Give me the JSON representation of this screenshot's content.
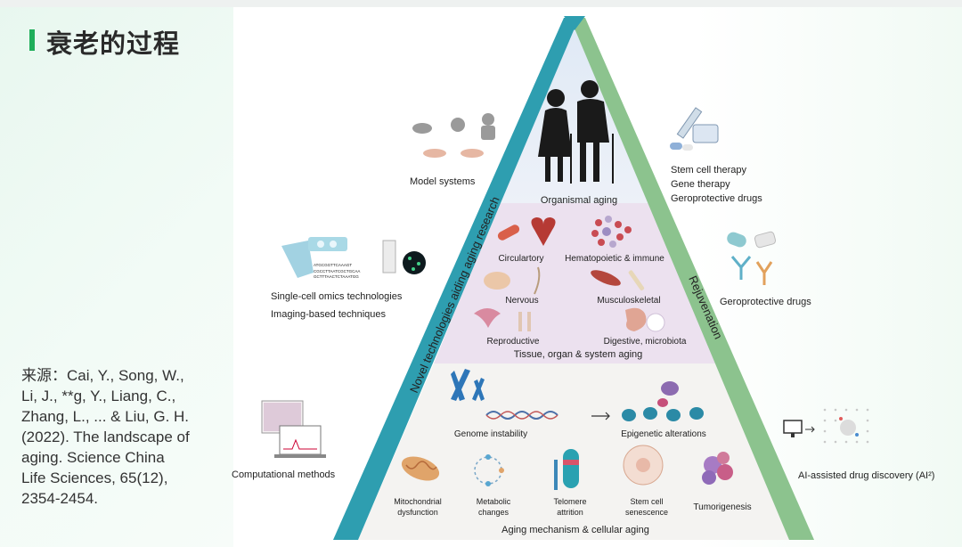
{
  "title": "衰老的过程",
  "source": "来源：Cai, Y., Song, W.,\nLi, J., **g, Y., Liang, C.,\nZhang, L., ... & Liu, G. H.\n(2022). The landscape of\naging. Science China\nLife Sciences, 65(12),\n2354-2454.",
  "pyramid": {
    "left_edge": "Novel technologies aiding aging research",
    "right_edge": "Rejuvenation",
    "top_tier": "Organismal aging",
    "middle_tier": {
      "label": "Tissue, organ & system aging",
      "items": [
        "Circulartory",
        "Hematopoietic & immune",
        "Nervous",
        "Musculoskeletal",
        "Reproductive",
        "Digestive, microbiota"
      ]
    },
    "bottom_tier": {
      "label": "Aging mechanism & cellular aging",
      "items": [
        "Genome instability",
        "Epigenetic alterations",
        "Mitochondrial",
        "dysfunction",
        "Metabolic",
        "changes",
        "Telomere",
        "attrition",
        "Stem cell",
        "senescence",
        "Tumorigenesis"
      ]
    }
  },
  "left_side": {
    "model": "Model systems",
    "omics_1": "Single-cell omics technologies",
    "omics_2": "Imaging-based techniques",
    "computational": "Computational methods",
    "dna_1": "ATGCGGTTCAAAGT",
    "dna_2": "CGCCTTAATCGCTGCAA",
    "dna_3": "GCTTTAACTCTAAATGG"
  },
  "right_side": {
    "therapy_1": "Stem cell therapy",
    "therapy_2": "Gene therapy",
    "therapy_3": "Geroprotective drugs",
    "drugs": "Geroprotective drugs",
    "ai": "AI-assisted drug discovery (AI²)"
  },
  "colors": {
    "left_edge": "#2e9eb0",
    "right_edge": "#8cc38e",
    "title_accent": "#1fae5a",
    "middle_tier": "#ece1ef",
    "bottom_tier": "#f4f3f1",
    "top_tier": "#e6edf6"
  }
}
